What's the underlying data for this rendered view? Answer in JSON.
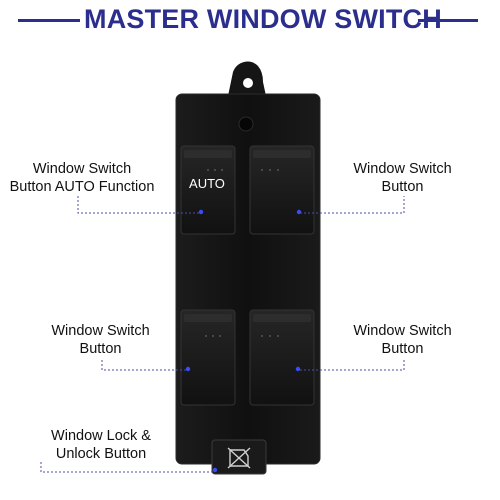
{
  "header": {
    "title": "MASTER WINDOW SWITCH"
  },
  "colors": {
    "accent": "#2b2e8c",
    "indicator": "#3a4cff",
    "switch_body": "#121212"
  },
  "callouts": {
    "auto_button": "Window Switch\nButton AUTO Function",
    "front_right_button": "Window Switch\nButton",
    "rear_left_button": "Window Switch\nButton",
    "rear_right_button": "Window Switch\nButton",
    "lock_button": "Window Lock &\nUnlock Button"
  },
  "switch": {
    "auto_label": "AUTO",
    "lock_icon": "window-lock-icon"
  }
}
